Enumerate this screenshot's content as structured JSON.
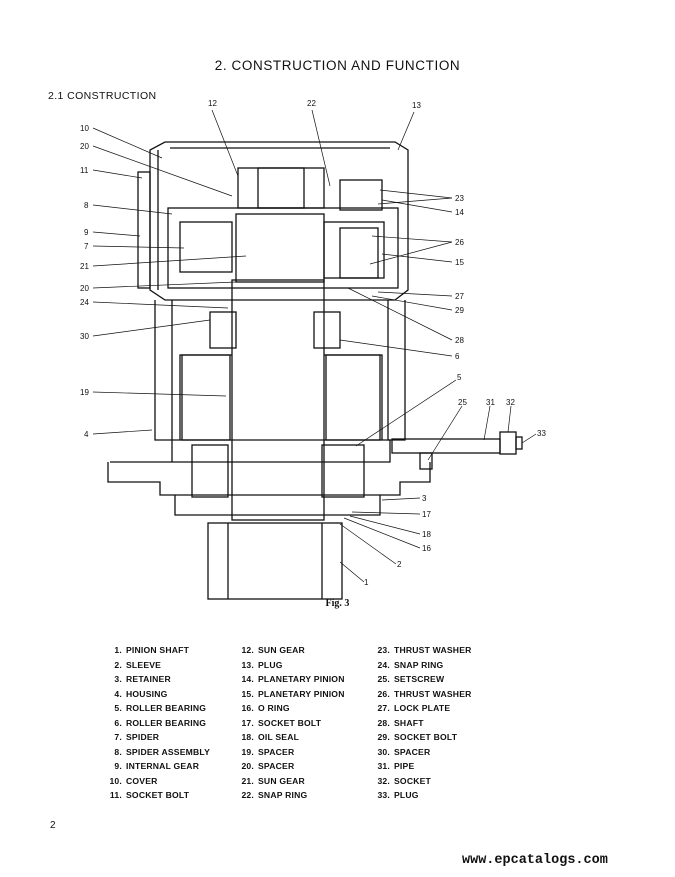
{
  "title": "2.   CONSTRUCTION AND FUNCTION",
  "subtitle": "2.1  CONSTRUCTION",
  "figure_caption": "Fig. 3",
  "page_number": "2",
  "footer": "www.epcatalogs.com",
  "callouts": {
    "c12": "12",
    "c22": "22",
    "c13": "13",
    "c10": "10",
    "c20a": "20",
    "c11": "11",
    "c8": "8",
    "c9": "9",
    "c7": "7",
    "c21": "21",
    "c20b": "20",
    "c24": "24",
    "c30": "30",
    "c19": "19",
    "c4": "4",
    "c23": "23",
    "c14": "14",
    "c26": "26",
    "c15": "15",
    "c27": "27",
    "c29": "29",
    "c28": "28",
    "c6": "6",
    "c5": "5",
    "c25": "25",
    "c31": "31",
    "c32": "32",
    "c33": "33",
    "c3": "3",
    "c17": "17",
    "c18": "18",
    "c16": "16",
    "c2": "2",
    "c1": "1"
  },
  "parts_col1": [
    {
      "num": "1.",
      "name": "PINION SHAFT"
    },
    {
      "num": "2.",
      "name": "SLEEVE"
    },
    {
      "num": "3.",
      "name": "RETAINER"
    },
    {
      "num": "4.",
      "name": "HOUSING"
    },
    {
      "num": "5.",
      "name": "ROLLER BEARING"
    },
    {
      "num": "6.",
      "name": "ROLLER BEARING"
    },
    {
      "num": "7.",
      "name": "SPIDER"
    },
    {
      "num": "8.",
      "name": "SPIDER ASSEMBLY"
    },
    {
      "num": "9.",
      "name": "INTERNAL GEAR"
    },
    {
      "num": "10.",
      "name": "COVER"
    },
    {
      "num": "11.",
      "name": "SOCKET BOLT"
    }
  ],
  "parts_col2": [
    {
      "num": "12.",
      "name": "SUN GEAR"
    },
    {
      "num": "13.",
      "name": "PLUG"
    },
    {
      "num": "14.",
      "name": "PLANETARY PINION"
    },
    {
      "num": "15.",
      "name": "PLANETARY PINION"
    },
    {
      "num": "16.",
      "name": "O RING"
    },
    {
      "num": "17.",
      "name": "SOCKET BOLT"
    },
    {
      "num": "18.",
      "name": "OIL SEAL"
    },
    {
      "num": "19.",
      "name": "SPACER"
    },
    {
      "num": "20.",
      "name": "SPACER"
    },
    {
      "num": "21.",
      "name": "SUN GEAR"
    },
    {
      "num": "22.",
      "name": "SNAP RING"
    }
  ],
  "parts_col3": [
    {
      "num": "23.",
      "name": "THRUST WASHER"
    },
    {
      "num": "24.",
      "name": "SNAP RING"
    },
    {
      "num": "25.",
      "name": "SETSCREW"
    },
    {
      "num": "26.",
      "name": "THRUST WASHER"
    },
    {
      "num": "27.",
      "name": "LOCK PLATE"
    },
    {
      "num": "28.",
      "name": "SHAFT"
    },
    {
      "num": "29.",
      "name": "SOCKET BOLT"
    },
    {
      "num": "30.",
      "name": "SPACER"
    },
    {
      "num": "31.",
      "name": "PIPE"
    },
    {
      "num": "32.",
      "name": "SOCKET"
    },
    {
      "num": "33.",
      "name": "PLUG"
    }
  ]
}
